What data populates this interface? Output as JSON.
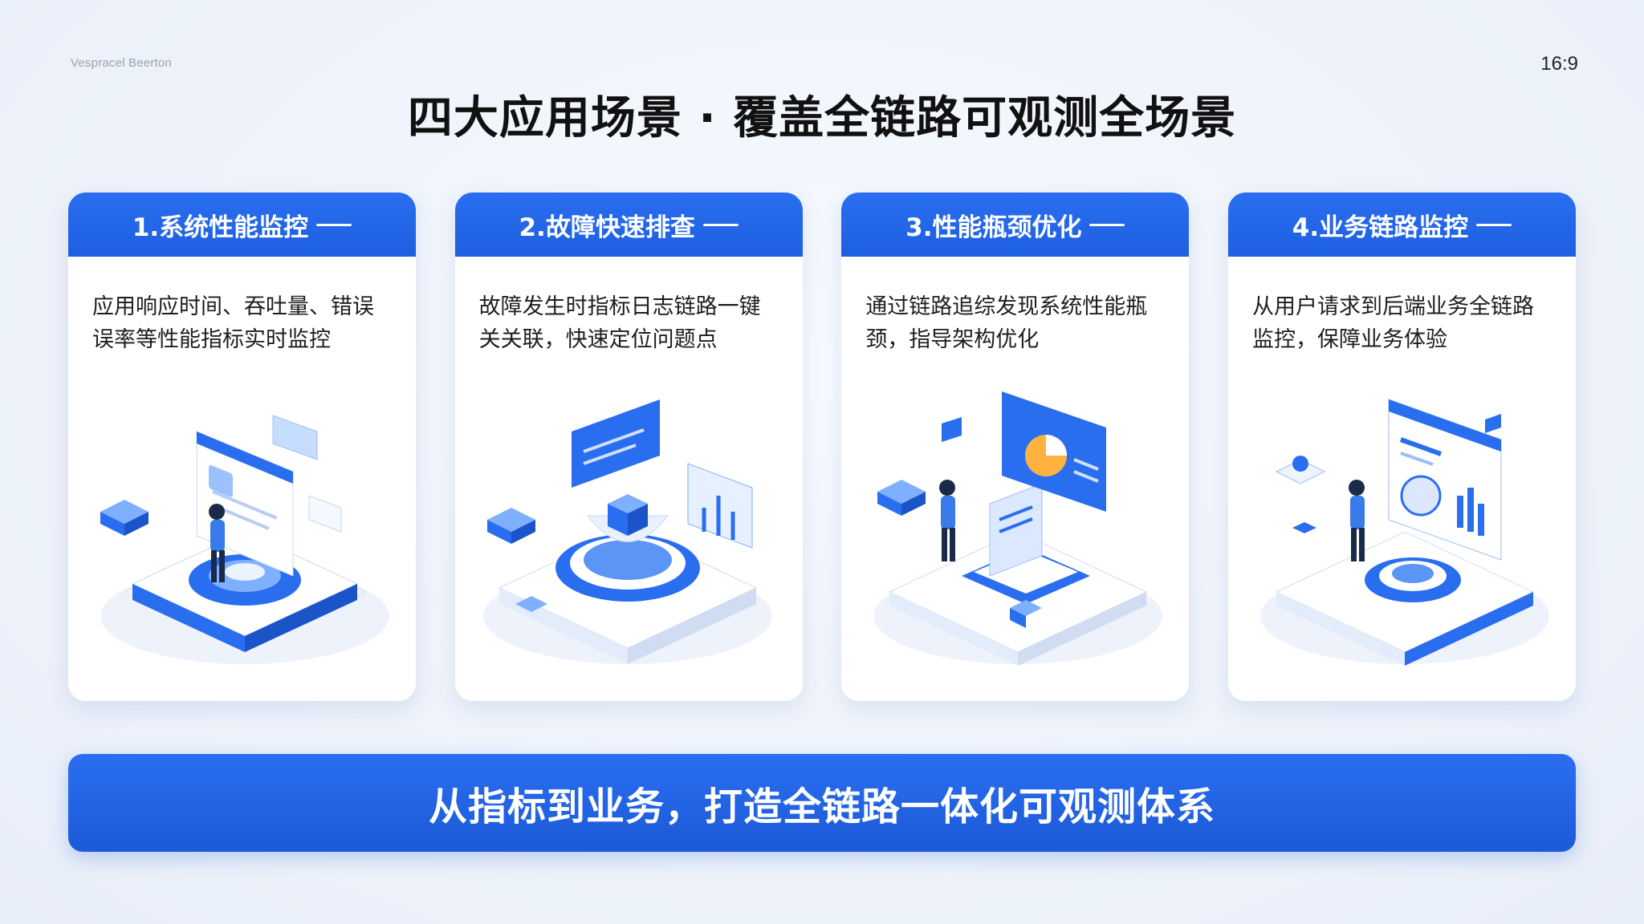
{
  "header": {
    "corner_label": "Vespracel Beerton",
    "aspect_ratio": "16:9",
    "title": "四大应用场景 · 覆盖全链路可观测全场景"
  },
  "cards": [
    {
      "title": "1.系统性能监控",
      "description": "应用响应时间、吞吐量、错误误率等性能指标实时监控",
      "icon": "monitoring-dashboard-illustration"
    },
    {
      "title": "2.故障快速排查",
      "description": "故障发生时指标日志链路一键关关联，快速定位问题点",
      "icon": "troubleshooting-cube-illustration"
    },
    {
      "title": "3.性能瓶颈优化",
      "description": "通过链路追综发现系统性能瓶颈，指导架构优化",
      "icon": "performance-analysis-illustration"
    },
    {
      "title": "4.业务链路监控",
      "description": "从用户请求到后端业务全链路监控，保障业务体验",
      "icon": "business-chain-illustration"
    }
  ],
  "banner": {
    "text": "从指标到业务，打造全链路一体化可观测体系"
  },
  "colors": {
    "accent": "#1d5fe0",
    "background": "#eef3fb",
    "card": "#ffffff"
  }
}
